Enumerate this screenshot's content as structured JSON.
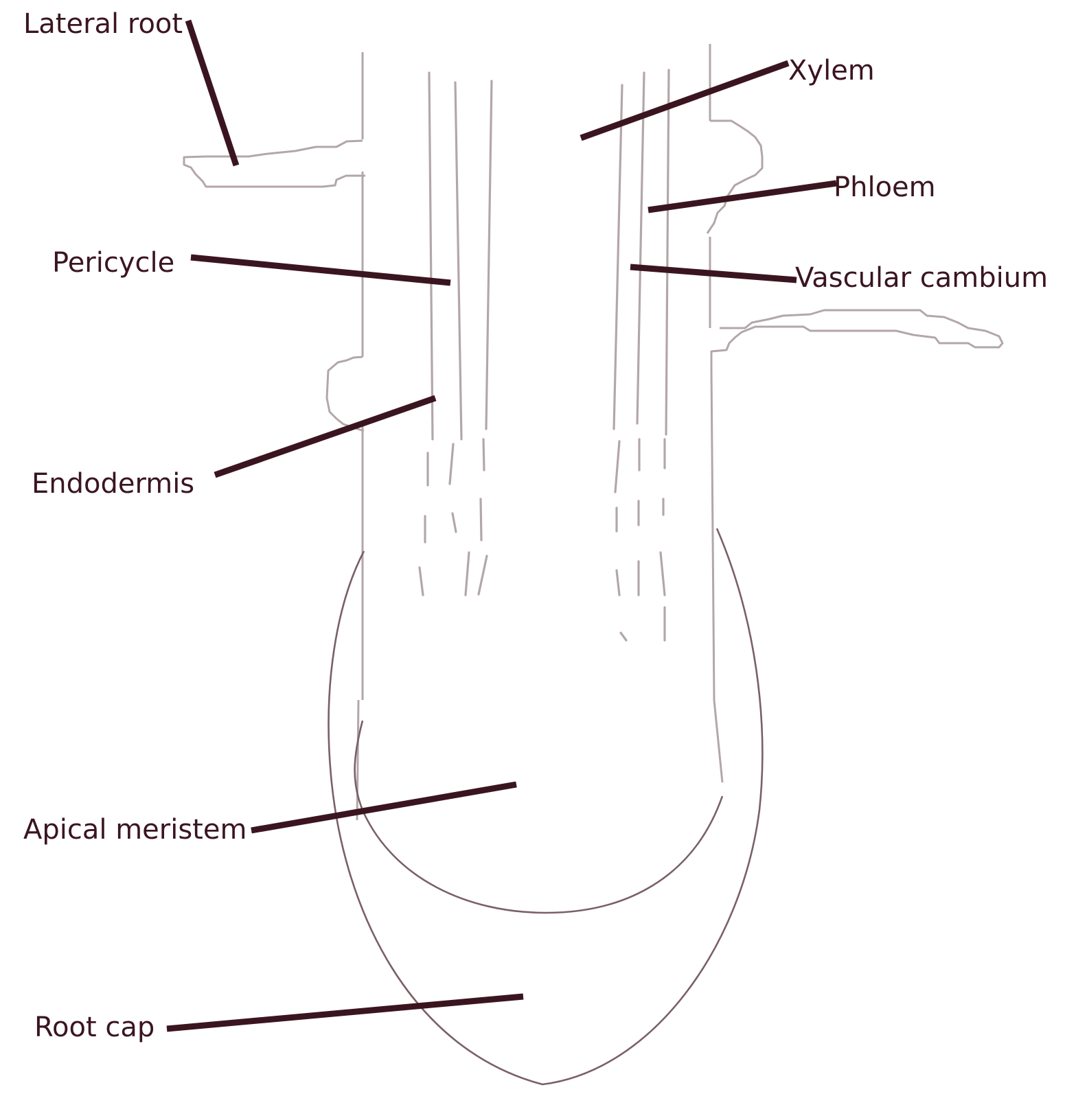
{
  "title": "Root structure diagram",
  "colors": {
    "label": "#3a1520",
    "outline": "#b3a6a9",
    "cap_outline": "#7a6066",
    "background": "#ffffff"
  },
  "labels": [
    {
      "id": "lateral-root",
      "text": "Lateral root"
    },
    {
      "id": "xylem",
      "text": "Xylem"
    },
    {
      "id": "phloem",
      "text": "Phloem"
    },
    {
      "id": "pericycle",
      "text": "Pericycle"
    },
    {
      "id": "vascular-cambium",
      "text": "Vascular cambium"
    },
    {
      "id": "endodermis",
      "text": "Endodermis"
    },
    {
      "id": "apical-meristem",
      "text": "Apical meristem"
    },
    {
      "id": "root-cap",
      "text": "Root cap"
    }
  ]
}
